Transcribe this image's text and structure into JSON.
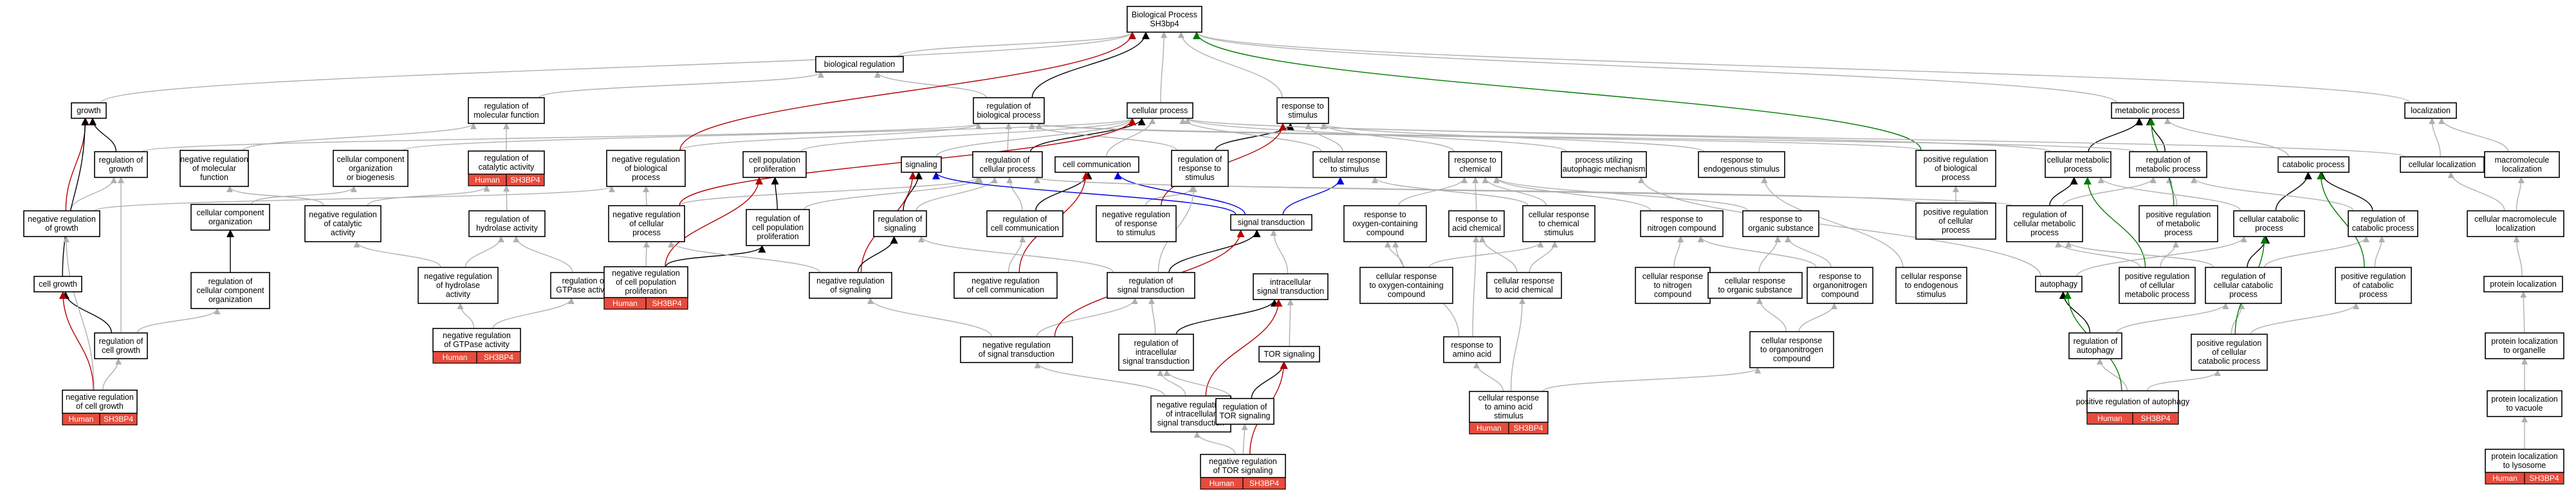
{
  "legend_tags": {
    "species": "Human",
    "gene": "SH3BP4"
  },
  "edge_colors": {
    "is_a": "#b0b0b0",
    "part_of": "#000000",
    "negatively_regulates": "#b30000",
    "positively_regulates": "#007a00",
    "regulates": "#0000dd"
  },
  "nodes": [
    {
      "id": "bp",
      "lines": [
        "Biological Process",
        "SH3bp4"
      ]
    },
    {
      "id": "bioreg",
      "lines": [
        "biological regulation"
      ]
    },
    {
      "id": "growth",
      "lines": [
        "growth"
      ]
    },
    {
      "id": "regmolfunc",
      "lines": [
        "regulation of",
        "molecular function"
      ]
    },
    {
      "id": "regbioproc",
      "lines": [
        "regulation of",
        "biological process"
      ]
    },
    {
      "id": "cellproc",
      "lines": [
        "cellular process"
      ]
    },
    {
      "id": "respstim",
      "lines": [
        "response to",
        "stimulus"
      ]
    },
    {
      "id": "metproc",
      "lines": [
        "metabolic process"
      ]
    },
    {
      "id": "localization",
      "lines": [
        "localization"
      ]
    },
    {
      "id": "reggrowth",
      "lines": [
        "regulation of",
        "growth"
      ]
    },
    {
      "id": "negregmolfunc",
      "lines": [
        "negative regulation",
        "of molecular",
        "function"
      ]
    },
    {
      "id": "ccob",
      "lines": [
        "cellular component",
        "organization",
        "or biogenesis"
      ]
    },
    {
      "id": "regcatact",
      "lines": [
        "regulation of",
        "catalytic activity"
      ],
      "tags": true
    },
    {
      "id": "negregbioproc",
      "lines": [
        "negative regulation",
        "of biological",
        "process"
      ]
    },
    {
      "id": "cellpopprolif",
      "lines": [
        "cell population",
        "proliferation"
      ]
    },
    {
      "id": "signaling",
      "lines": [
        "signaling"
      ]
    },
    {
      "id": "regcellproc",
      "lines": [
        "regulation of",
        "cellular process"
      ]
    },
    {
      "id": "cellcomm",
      "lines": [
        "cell communication"
      ]
    },
    {
      "id": "regrespstim",
      "lines": [
        "regulation of",
        "response to",
        "stimulus"
      ]
    },
    {
      "id": "cellrespstim",
      "lines": [
        "cellular response",
        "to stimulus"
      ]
    },
    {
      "id": "respchem",
      "lines": [
        "response to",
        "chemical"
      ]
    },
    {
      "id": "procautoph",
      "lines": [
        "process utilizing",
        "autophagic mechanism"
      ]
    },
    {
      "id": "respendostim",
      "lines": [
        "response to",
        "endogenous stimulus"
      ]
    },
    {
      "id": "posregbioproc",
      "lines": [
        "positive regulation",
        "of biological",
        "process"
      ]
    },
    {
      "id": "cellmetproc",
      "lines": [
        "cellular metabolic",
        "process"
      ]
    },
    {
      "id": "regmetproc",
      "lines": [
        "regulation of",
        "metabolic process"
      ]
    },
    {
      "id": "catproc",
      "lines": [
        "catabolic process"
      ]
    },
    {
      "id": "cellloc",
      "lines": [
        "cellular localization"
      ]
    },
    {
      "id": "macroloc",
      "lines": [
        "macromolecule",
        "localization"
      ]
    },
    {
      "id": "negreggrowth",
      "lines": [
        "negative regulation",
        "of growth"
      ]
    },
    {
      "id": "ccorg",
      "lines": [
        "cellular component",
        "organization"
      ]
    },
    {
      "id": "negregcatact",
      "lines": [
        "negative regulation",
        "of catalytic",
        "activity"
      ]
    },
    {
      "id": "reghydro",
      "lines": [
        "regulation of",
        "hydrolase activity"
      ]
    },
    {
      "id": "negregcellproc",
      "lines": [
        "negative regulation",
        "of cellular",
        "process"
      ]
    },
    {
      "id": "regcellpopprolif",
      "lines": [
        "regulation of",
        "cell population",
        "proliferation"
      ]
    },
    {
      "id": "regsignaling",
      "lines": [
        "regulation of",
        "signaling"
      ]
    },
    {
      "id": "regcellcomm",
      "lines": [
        "regulation of",
        "cell communication"
      ]
    },
    {
      "id": "negregrespstim",
      "lines": [
        "negative regulation",
        "of response",
        "to stimulus"
      ]
    },
    {
      "id": "sigtrans",
      "lines": [
        "signal transduction"
      ]
    },
    {
      "id": "respoxy",
      "lines": [
        "response to",
        "oxygen-containing",
        "compound"
      ]
    },
    {
      "id": "respacid",
      "lines": [
        "response to",
        "acid chemical"
      ]
    },
    {
      "id": "cellrespchem",
      "lines": [
        "cellular response",
        "to chemical",
        "stimulus"
      ]
    },
    {
      "id": "respnitro",
      "lines": [
        "response to",
        "nitrogen compound"
      ]
    },
    {
      "id": "resporgsub",
      "lines": [
        "response to",
        "organic substance"
      ]
    },
    {
      "id": "posregcellproc",
      "lines": [
        "positive regulation",
        "of cellular",
        "process"
      ]
    },
    {
      "id": "regcellmet",
      "lines": [
        "regulation of",
        "cellular metabolic",
        "process"
      ]
    },
    {
      "id": "posregmet",
      "lines": [
        "positive regulation",
        "of metabolic",
        "process"
      ]
    },
    {
      "id": "cellcatproc",
      "lines": [
        "cellular catabolic",
        "process"
      ]
    },
    {
      "id": "regcatproc",
      "lines": [
        "regulation of",
        "catabolic process"
      ]
    },
    {
      "id": "cellmacroloc",
      "lines": [
        "cellular macromolecule",
        "localization"
      ]
    },
    {
      "id": "cellgrowth",
      "lines": [
        "cell growth"
      ]
    },
    {
      "id": "regccorg",
      "lines": [
        "regulation of",
        "cellular component",
        "organization"
      ]
    },
    {
      "id": "negreghydro",
      "lines": [
        "negative regulation",
        "of hydrolase",
        "activity"
      ]
    },
    {
      "id": "reggtpase",
      "lines": [
        "regulation of",
        "GTPase activity"
      ]
    },
    {
      "id": "negregcellpop",
      "lines": [
        "negative regulation",
        "of cell population",
        "proliferation"
      ],
      "tags": true
    },
    {
      "id": "negregsignaling",
      "lines": [
        "negative regulation",
        "of signaling"
      ]
    },
    {
      "id": "negregcellcomm",
      "lines": [
        "negative regulation",
        "of cell communication"
      ]
    },
    {
      "id": "regsigtrans",
      "lines": [
        "regulation of",
        "signal transduction"
      ]
    },
    {
      "id": "intrasig",
      "lines": [
        "intracellular",
        "signal transduction"
      ]
    },
    {
      "id": "cellrespoxy",
      "lines": [
        "cellular response",
        "to oxygen-containing",
        "compound"
      ]
    },
    {
      "id": "cellrespacid",
      "lines": [
        "cellular response",
        "to acid chemical"
      ]
    },
    {
      "id": "cellrespnitro",
      "lines": [
        "cellular response",
        "to nitrogen",
        "compound"
      ]
    },
    {
      "id": "cellresporg",
      "lines": [
        "cellular response",
        "to organic substance"
      ]
    },
    {
      "id": "respn",
      "lines": [
        "response to",
        "organonitrogen",
        "compound"
      ]
    },
    {
      "id": "cellrespendo",
      "lines": [
        "cellular response",
        "to endogenous",
        "stimulus"
      ]
    },
    {
      "id": "autophagy",
      "lines": [
        "autophagy"
      ]
    },
    {
      "id": "posregcellmet",
      "lines": [
        "positive regulation",
        "of cellular",
        "metabolic process"
      ]
    },
    {
      "id": "regcellcat",
      "lines": [
        "regulation of",
        "cellular catabolic",
        "process"
      ]
    },
    {
      "id": "posregcat",
      "lines": [
        "positive regulation",
        "of catabolic",
        "process"
      ]
    },
    {
      "id": "protloc",
      "lines": [
        "protein localization"
      ]
    },
    {
      "id": "regcellgrowth",
      "lines": [
        "regulation of",
        "cell growth"
      ]
    },
    {
      "id": "negreggtpase",
      "lines": [
        "negative regulation",
        "of GTPase activity"
      ],
      "tags": true
    },
    {
      "id": "negregsigtrans",
      "lines": [
        "negative regulation",
        "of signal transduction"
      ]
    },
    {
      "id": "regintrasig",
      "lines": [
        "regulation of",
        "intracellular",
        "signal transduction"
      ]
    },
    {
      "id": "torsig",
      "lines": [
        "TOR signaling"
      ]
    },
    {
      "id": "respaa",
      "lines": [
        "response to",
        "amino acid"
      ]
    },
    {
      "id": "cellrespn",
      "lines": [
        "cellular response",
        "to organonitrogen",
        "compound"
      ]
    },
    {
      "id": "regautoph",
      "lines": [
        "regulation of",
        "autophagy"
      ]
    },
    {
      "id": "posregcellcat",
      "lines": [
        "positive regulation",
        "of cellular",
        "catabolic process"
      ]
    },
    {
      "id": "protlocorg",
      "lines": [
        "protein localization",
        "to organelle"
      ]
    },
    {
      "id": "negregcellgrowth",
      "lines": [
        "negative regulation",
        "of cell growth"
      ],
      "tags": true
    },
    {
      "id": "negregintrasig",
      "lines": [
        "negative regulation",
        "of intracellular",
        "signal transduction"
      ]
    },
    {
      "id": "regtor",
      "lines": [
        "regulation of",
        "TOR signaling"
      ]
    },
    {
      "id": "cellrespaa",
      "lines": [
        "cellular response",
        "to amino acid",
        "stimulus"
      ],
      "tags": true
    },
    {
      "id": "posregautoph",
      "lines": [
        "positive regulation of autophagy"
      ],
      "tags": true
    },
    {
      "id": "protlocvac",
      "lines": [
        "protein localization",
        "to vacuole"
      ]
    },
    {
      "id": "negregtor",
      "lines": [
        "negative regulation",
        "of TOR signaling"
      ],
      "tags": true
    },
    {
      "id": "protloclys",
      "lines": [
        "protein localization",
        "to lysosome"
      ],
      "tags": true
    }
  ]
}
